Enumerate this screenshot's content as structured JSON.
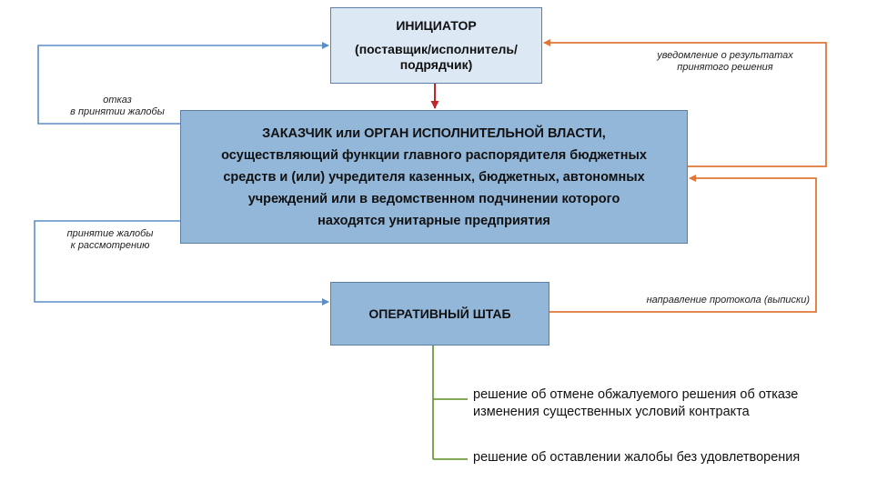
{
  "nodes": {
    "initiator": {
      "title": "ИНИЦИАТОР",
      "subtitle_line1": "(поставщик/исполнитель/",
      "subtitle_line2": "подрядчик)"
    },
    "customer": {
      "line1": "ЗАКАЗЧИК или ОРГАН ИСПОЛНИТЕЛЬНОЙ ВЛАСТИ,",
      "line2": "осуществляющий функции главного распорядителя бюджетных",
      "line3": "средств и (или) учредителя казенных, бюджетных, автономных",
      "line4": "учреждений или в ведомственном подчинении которого",
      "line5": "находятся унитарные предприятия"
    },
    "hq": {
      "title": "ОПЕРАТИВНЫЙ ШТАБ"
    }
  },
  "edges": {
    "refusal": {
      "line1": "отказ",
      "line2": "в принятии жалобы"
    },
    "acceptance": {
      "line1": "принятие жалобы",
      "line2": "к рассмотрению"
    },
    "notification": {
      "line1": "уведомление о результатах",
      "line2": "принятого решения"
    },
    "protocol": {
      "label": "направление протокола (выписки)"
    }
  },
  "outcomes": {
    "cancel": {
      "line1": "решение  об отмене обжалуемого решения об отказе",
      "line2": "изменения  существенных  условий  контракта"
    },
    "leave": {
      "line1": "решение  об оставлении  жалобы без удовлетворения"
    }
  },
  "colors": {
    "blue_connector": "#5b8ec9",
    "orange_connector": "#e0773a",
    "green_connector": "#6f9c3c",
    "red_arrow": "#c0272d",
    "box_light": "#dce8f4",
    "box_medium": "#93b7d9"
  }
}
